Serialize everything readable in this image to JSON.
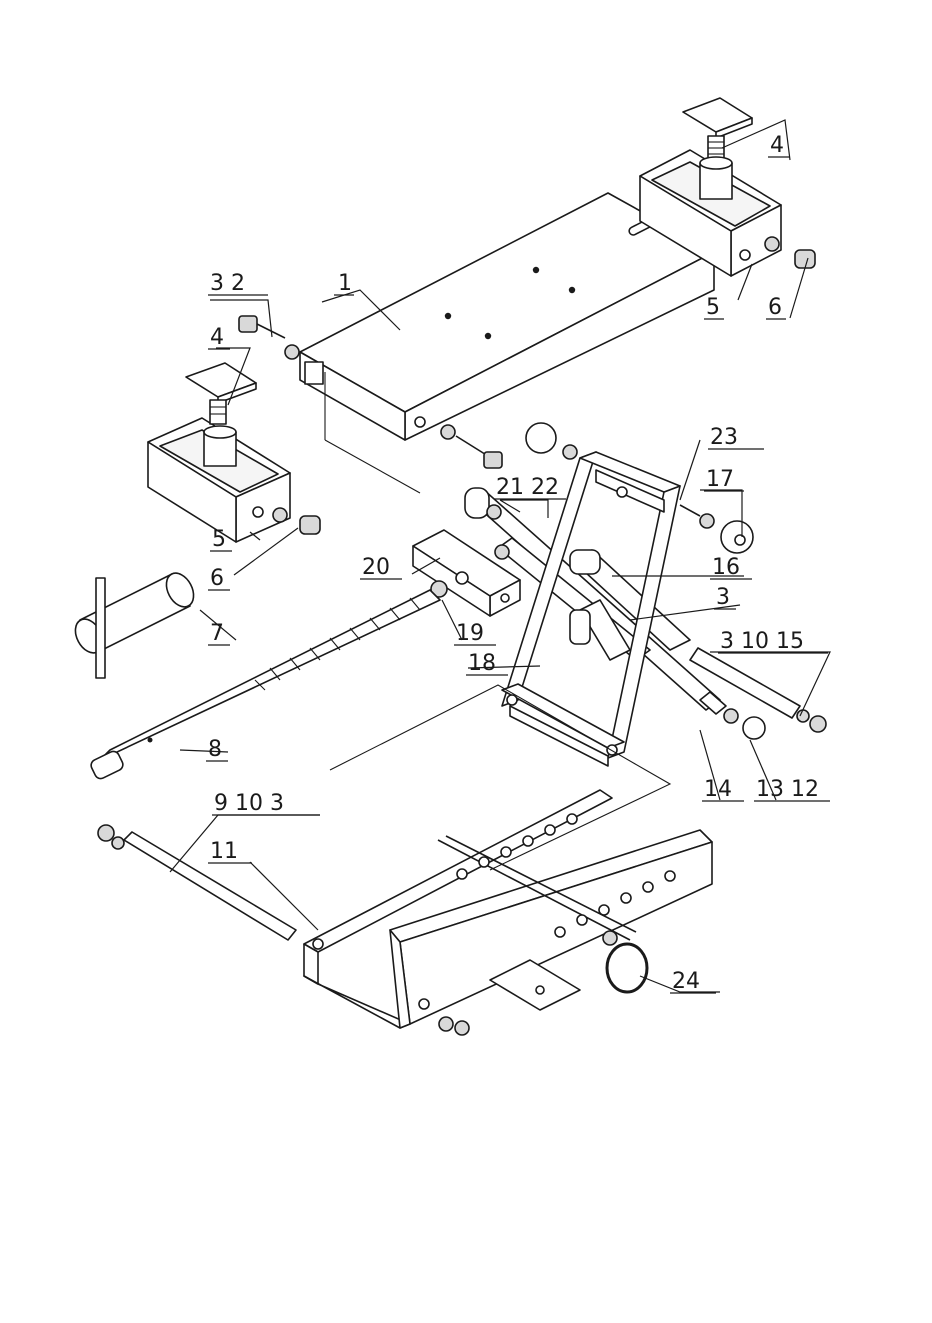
{
  "callouts": [
    {
      "id": "c4a",
      "label": "4"
    },
    {
      "id": "c1",
      "label": "1"
    },
    {
      "id": "c32",
      "label": "3 2"
    },
    {
      "id": "c5a",
      "label": "5"
    },
    {
      "id": "c6a",
      "label": "6"
    },
    {
      "id": "c4b",
      "label": "4"
    },
    {
      "id": "c23",
      "label": "23"
    },
    {
      "id": "c2122",
      "label": "21 22"
    },
    {
      "id": "c17",
      "label": "17"
    },
    {
      "id": "c5b",
      "label": "5"
    },
    {
      "id": "c6b",
      "label": "6"
    },
    {
      "id": "c20",
      "label": "20"
    },
    {
      "id": "c16",
      "label": "16"
    },
    {
      "id": "c3a",
      "label": "3"
    },
    {
      "id": "c7",
      "label": "7"
    },
    {
      "id": "c19",
      "label": "19"
    },
    {
      "id": "c31015",
      "label": "3 10 15"
    },
    {
      "id": "c18",
      "label": "18"
    },
    {
      "id": "c8",
      "label": "8"
    },
    {
      "id": "c14",
      "label": "14"
    },
    {
      "id": "c1312",
      "label": "13 12"
    },
    {
      "id": "c9103",
      "label": "9 10 3"
    },
    {
      "id": "c11",
      "label": "11"
    },
    {
      "id": "c24",
      "label": "24"
    }
  ]
}
